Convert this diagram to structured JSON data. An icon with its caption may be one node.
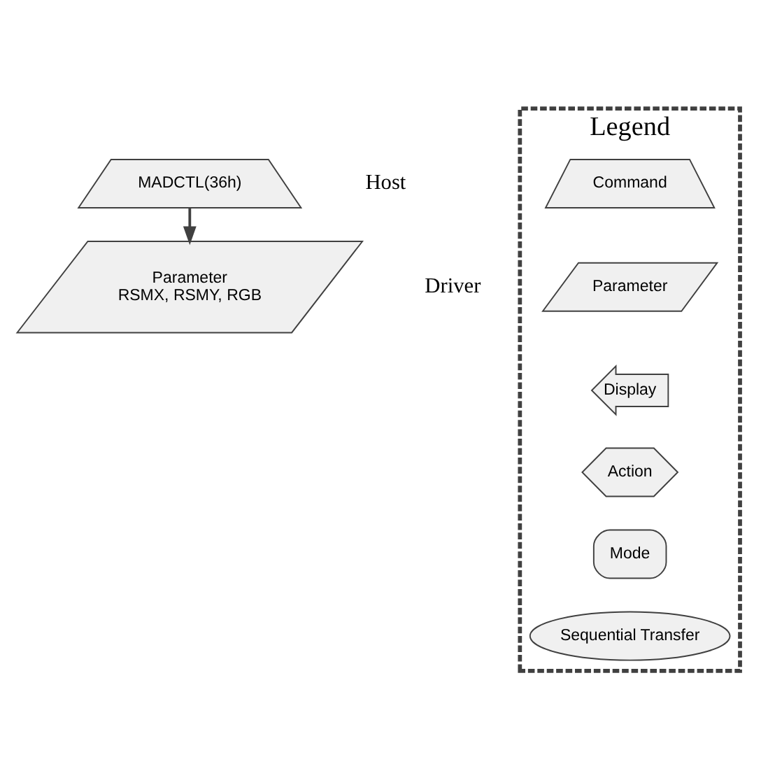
{
  "diagram": {
    "nodes": [
      {
        "text": [
          "MADCTL(36h)"
        ]
      },
      {
        "text": [
          "Parameter",
          "RSMX, RSMY, RGB"
        ]
      },
      {
        "text": [
          "Legend"
        ]
      },
      {
        "text": [
          "Command"
        ],
        "in": 2
      },
      {
        "text": [
          "Parameter"
        ],
        "in": 2
      },
      {
        "text": [
          "Display"
        ],
        "in": 2
      },
      {
        "text": [
          "Action"
        ],
        "in": 2
      },
      {
        "text": [
          "Mode"
        ],
        "in": 2
      },
      {
        "text": [
          "Sequential Transfer"
        ],
        "in": 2
      }
    ],
    "edges": [
      {
        "from": 0,
        "to": 1,
        "arrow": "to"
      }
    ],
    "labels": [
      "Host",
      "Driver"
    ]
  }
}
